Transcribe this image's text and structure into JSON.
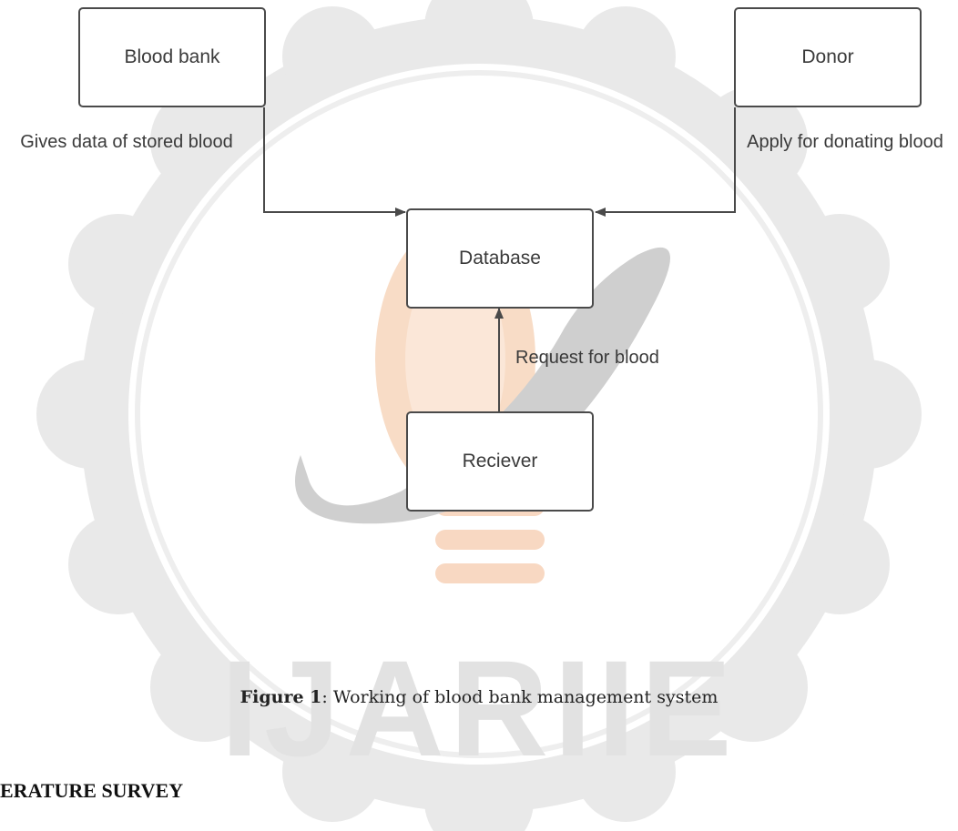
{
  "diagram": {
    "nodes": {
      "blood_bank": "Blood bank",
      "donor": "Donor",
      "database": "Database",
      "receiver": "Reciever"
    },
    "edges": {
      "blood_bank_to_database": "Gives data of stored blood",
      "donor_to_database": "Apply for donating blood",
      "receiver_to_database": "Request for blood"
    }
  },
  "caption": {
    "label": "Figure 1",
    "text": ": Working of blood bank management system"
  },
  "section_heading": "ERATURE SURVEY",
  "watermark": {
    "text": "IJARIIE",
    "colors": {
      "seal": "#dcdcdc",
      "bulb": "#f6d3b8",
      "text": "#e2e2e2"
    }
  }
}
